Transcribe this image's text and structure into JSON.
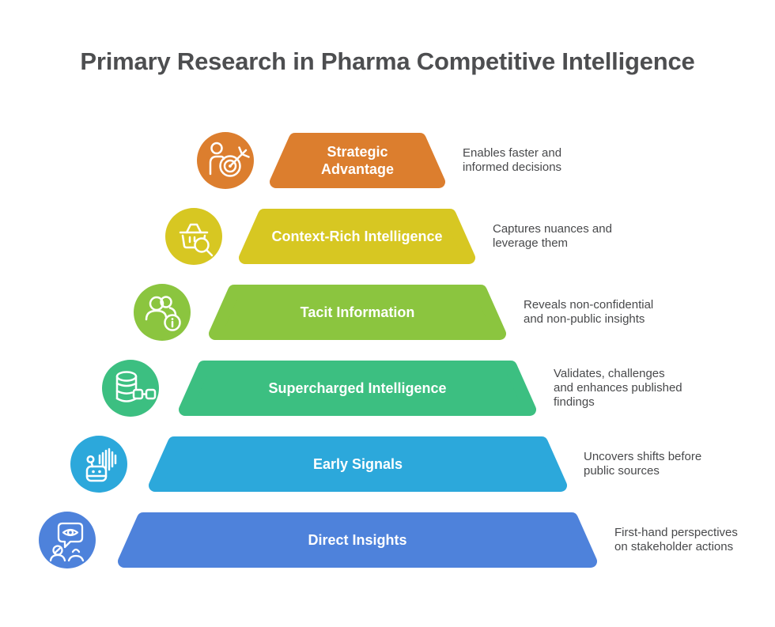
{
  "title": "Primary Research in Pharma Competitive Intelligence",
  "levels": [
    {
      "label": "Strategic Advantage",
      "description": "Enables faster and informed decisions",
      "color": "#DC7E2E",
      "icon": "person-target-icon"
    },
    {
      "label": "Context-Rich Intelligence",
      "description": "Captures nuances and leverage them",
      "color": "#D7C722",
      "icon": "basket-search-icon"
    },
    {
      "label": "Tacit Information",
      "description": "Reveals non-confidential and non-public insights",
      "color": "#8BC53F",
      "icon": "people-info-icon"
    },
    {
      "label": "Supercharged Intelligence",
      "description": "Validates, challenges and enhances published findings",
      "color": "#3CBF81",
      "icon": "database-link-icon"
    },
    {
      "label": "Early Signals",
      "description": "Uncovers shifts before public sources",
      "color": "#2CA8DB",
      "icon": "robot-soundwave-icon"
    },
    {
      "label": "Direct Insights",
      "description": "First-hand perspectives on stakeholder actions",
      "color": "#4E82DB",
      "icon": "eye-speech-people-icon"
    }
  ]
}
